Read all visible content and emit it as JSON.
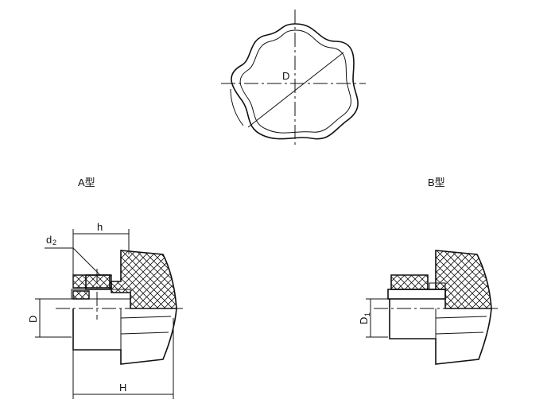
{
  "top_view": {
    "diameter_label": "D"
  },
  "type_a": {
    "title": "A型",
    "label_h": "h",
    "label_d": "d",
    "label_d_sub": "2",
    "label_D": "D",
    "label_H": "H"
  },
  "type_b": {
    "title": "B型",
    "label_D": "D",
    "label_D_sub": "1"
  }
}
